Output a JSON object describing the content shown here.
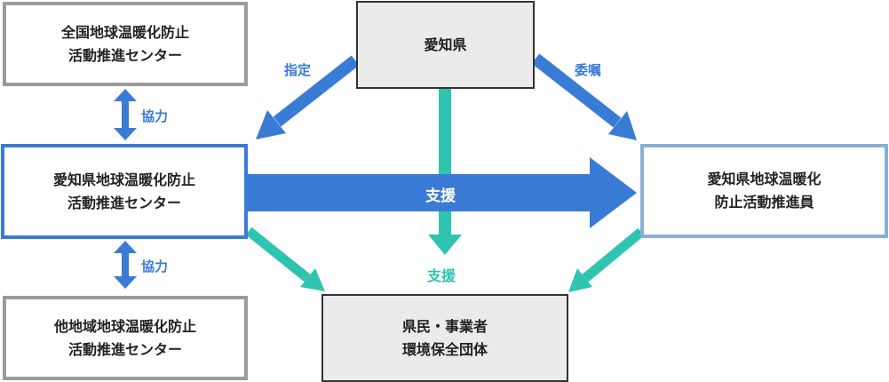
{
  "colors": {
    "blue": "#3a7bd5",
    "teal": "#2ec4b0",
    "gray_border": "#9a9a9a",
    "light_blue_border": "#8aaed8",
    "box_fill": "#ebebeb"
  },
  "nodes": {
    "national_center": "全国地球温暖化防止\n活動推進センター",
    "aichi_pref": "愛知県",
    "aichi_center": "愛知県地球温暖化防止\n活動推進センター",
    "other_center": "他地域地球温暖化防止\n活動推進センター",
    "promoters": "愛知県地球温暖化\n防止活動推進員",
    "citizens": "県民・事業者\n環境保全団体"
  },
  "labels": {
    "designation": "指定",
    "commission": "委嘱",
    "cooperation_top": "協力",
    "cooperation_bottom": "協力",
    "support_main": "支援",
    "support_down": "支援"
  }
}
